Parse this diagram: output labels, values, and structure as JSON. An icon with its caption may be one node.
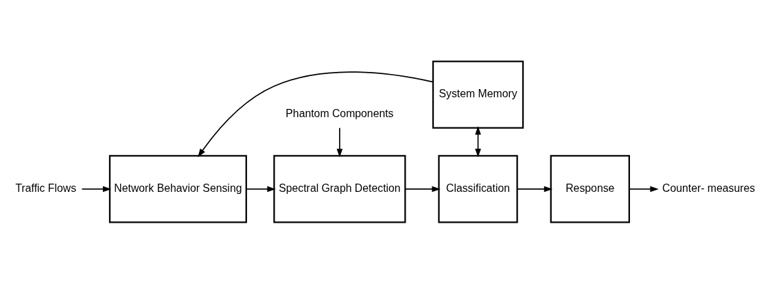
{
  "diagram": {
    "nodes": [
      {
        "text": [
          "Traffic Flows"
        ]
      },
      {
        "text": [
          "Network Behavior Sensing"
        ]
      },
      {
        "text": [
          "Spectral Graph Detection"
        ]
      },
      {
        "text": [
          "System Memory"
        ]
      },
      {
        "text": [
          "Classification"
        ]
      },
      {
        "text": [
          "Response"
        ]
      },
      {
        "text": [
          "Counter- measures"
        ]
      },
      {
        "text": [
          "Phantom Components"
        ]
      }
    ],
    "edges": [
      {
        "from": 0,
        "to": 1,
        "arrow": "to"
      },
      {
        "from": 3,
        "to": 1,
        "arrow": "to"
      },
      {
        "from": 1,
        "to": 2,
        "arrow": "to"
      },
      {
        "from": 2,
        "to": 4,
        "arrow": "to"
      },
      {
        "from": 3,
        "to": 4,
        "arrow": "both"
      },
      {
        "from": 4,
        "to": 5,
        "arrow": "to"
      },
      {
        "from": 5,
        "to": 6,
        "arrow": "to"
      },
      {
        "from": 7,
        "to": 2,
        "arrow": "to"
      }
    ]
  }
}
